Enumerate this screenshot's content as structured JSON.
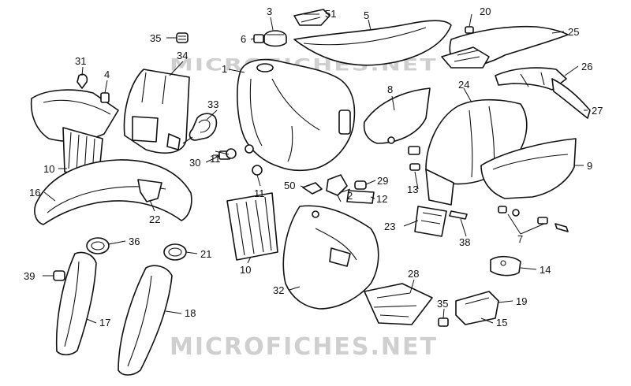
{
  "watermark": {
    "top": "MICROFICHES.NET",
    "bottom": "MICROFICHES.NET"
  },
  "callouts": {
    "p1": "1",
    "p2": "2",
    "p3": "3",
    "p4": "4",
    "p5": "5",
    "p6": "6",
    "p7": "7",
    "p8": "8",
    "p9": "9",
    "p10a": "10",
    "p10b": "10",
    "p11a": "11",
    "p11b": "11",
    "p12": "12",
    "p13": "13",
    "p14": "14",
    "p15": "15",
    "p16": "16",
    "p17": "17",
    "p18": "18",
    "p19": "19",
    "p20": "20",
    "p21": "21",
    "p22": "22",
    "p23": "23",
    "p24": "24",
    "p25": "25",
    "p26": "26",
    "p27": "27",
    "p28": "28",
    "p29": "29",
    "p30": "30",
    "p31": "31",
    "p32": "32",
    "p33": "33",
    "p34": "34",
    "p35a": "35",
    "p35b": "35",
    "p36": "36",
    "p38": "38",
    "p39": "39",
    "p50": "50",
    "p51": "51"
  }
}
